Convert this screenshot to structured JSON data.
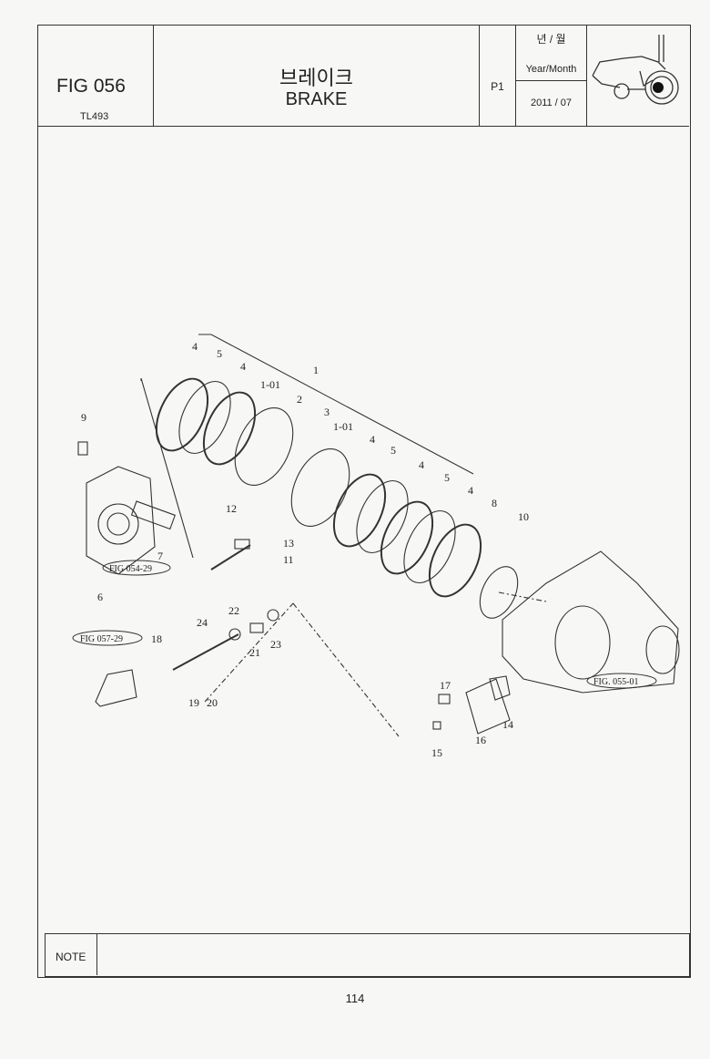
{
  "header": {
    "fig": "FIG 056",
    "model": "TL493",
    "title_ko": "브레이크",
    "title_en": "BRAKE",
    "page_code": "P1",
    "date_label_ko": "년 / 월",
    "date_label_en": "Year/Month",
    "date_value": "2011 / 07",
    "thumbnail_icon": "tractor-icon"
  },
  "diagram": {
    "callouts": [
      "4",
      "5",
      "4",
      "1-01",
      "1",
      "2",
      "3",
      "1-01",
      "4",
      "5",
      "4",
      "5",
      "4",
      "8",
      "10",
      "9",
      "12",
      "13",
      "11",
      "7",
      "6",
      "22",
      "24",
      "18",
      "23",
      "21",
      "19",
      "20",
      "17",
      "14",
      "16",
      "15"
    ],
    "refs": [
      "FIG 054-29",
      "FIG 057-29",
      "FIG. 055-01"
    ]
  },
  "note": {
    "label": "NOTE",
    "text": ""
  },
  "footer": {
    "page_number": "114"
  }
}
